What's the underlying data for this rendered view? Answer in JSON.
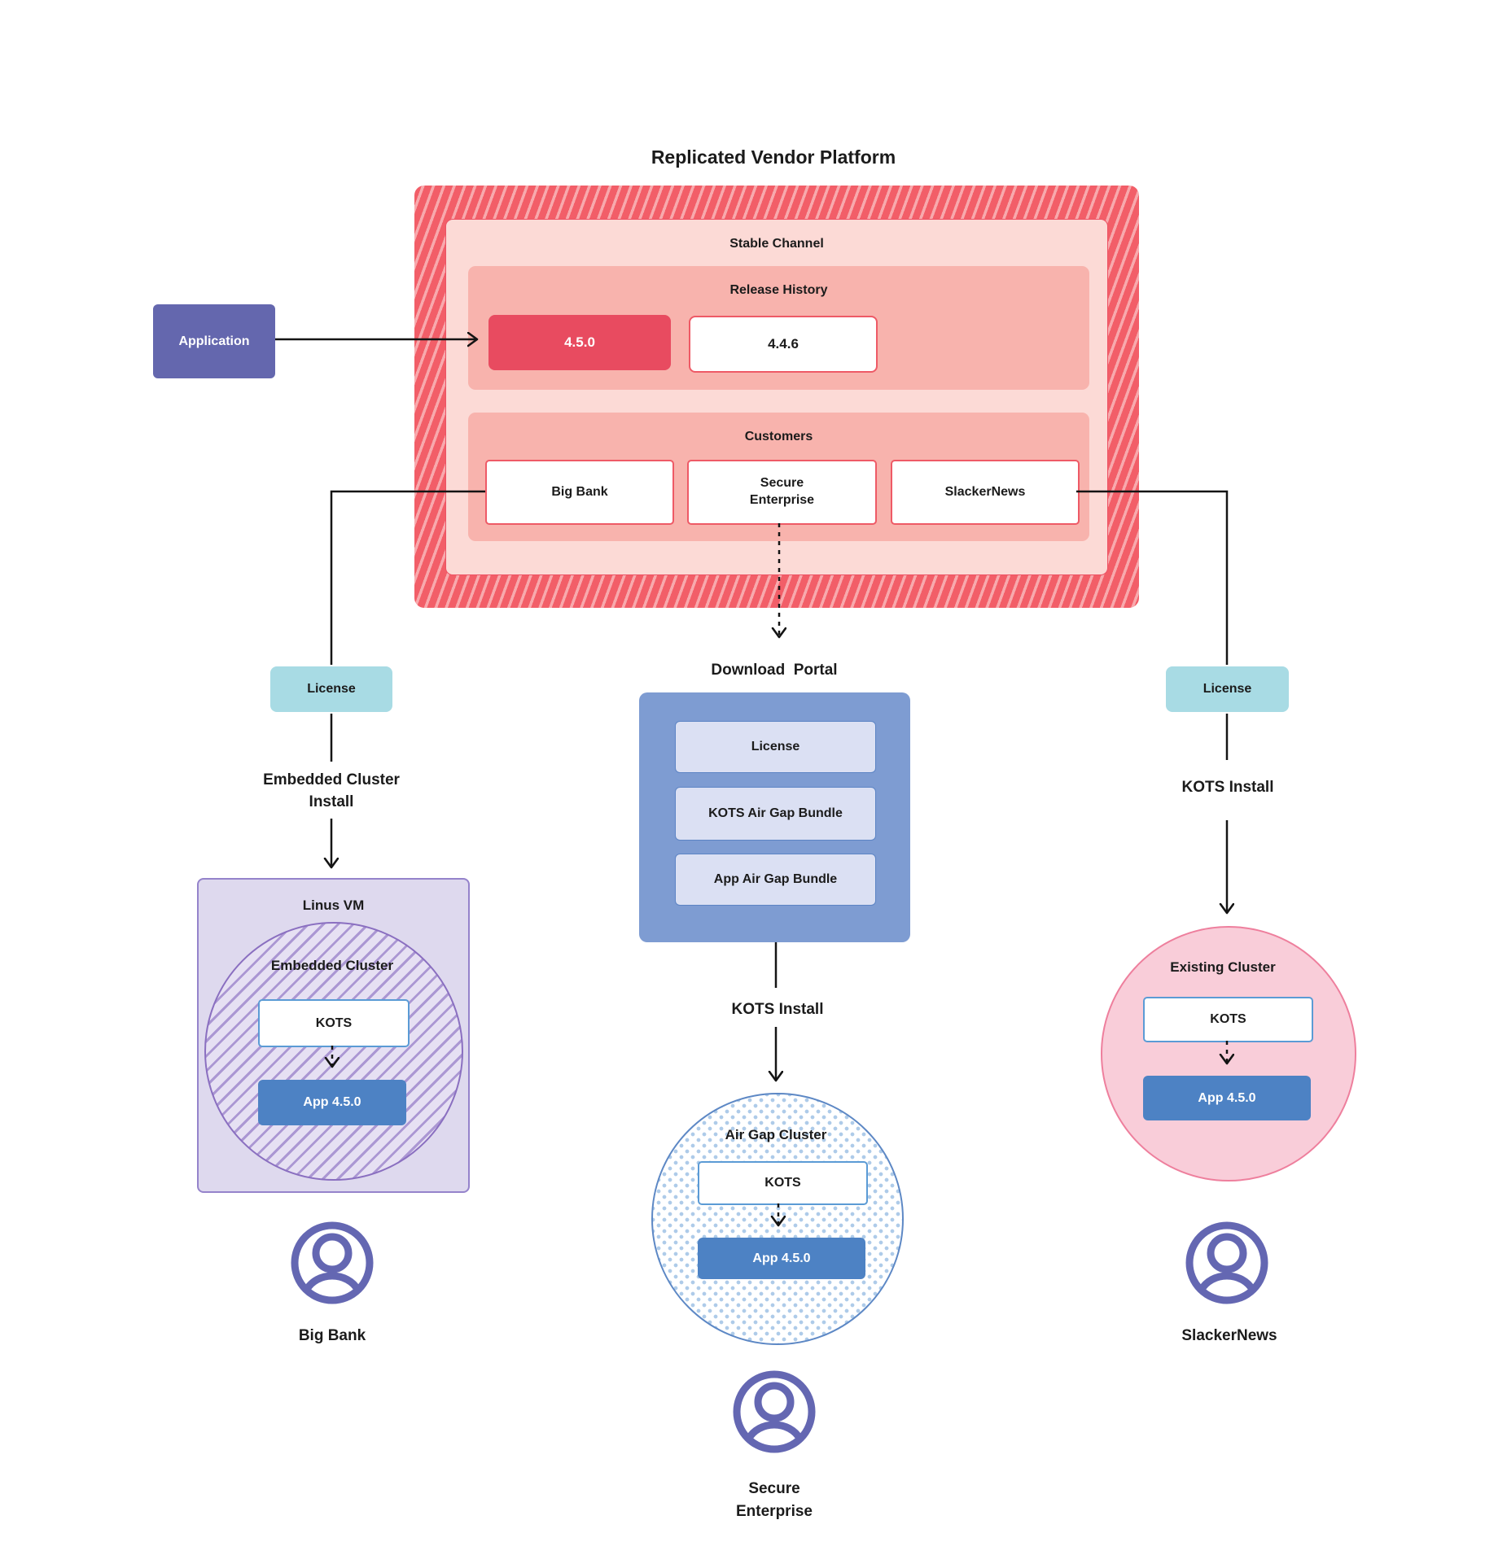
{
  "title": "Replicated Vendor Platform",
  "colors": {
    "ink": "#1b1b1b",
    "red-base": "#f25e68",
    "red-stripe": "#f8a9ad",
    "pale-pink": "#fcdad6",
    "pale-border": "#ed5264",
    "salmon": "#f8b3ad",
    "crimson": "#e84b60",
    "red-border": "#ee5a66",
    "indigo": "#6467ae",
    "teal": "#a8dbe4",
    "violet-fill": "#ded9ee",
    "violet-border": "#9583cb",
    "circle-fill": "#e6e0f3",
    "circle-hatch": "#ab97d3",
    "circle-border": "#8a6fc0",
    "steel-blue": "#4d82c4",
    "kots-border": "#5b9bd5",
    "portal-blue": "#7e9cd2",
    "portal-item": "#dbe0f3",
    "portal-item-border": "#5c84c4",
    "pink-fill": "#f9cdd9",
    "pink-border": "#ee7f9d",
    "dot-blue": "#aecbe9",
    "airgap-border": "#5d88c5"
  },
  "application_label": "Application",
  "platform": {
    "stable_channel_label": "Stable Channel",
    "release_history": {
      "label": "Release History",
      "current_release": "4.5.0",
      "previous_release": "4.4.6"
    },
    "customers": {
      "label": "Customers",
      "big_bank": "Big Bank",
      "secure_enterprise": "Secure\nEnterprise",
      "slackernews": "SlackerNews"
    }
  },
  "left_flow": {
    "license_label": "License",
    "install_label": "Embedded Cluster\nInstall",
    "vm_label": "Linus VM",
    "cluster_label": "Embedded Cluster",
    "kots_label": "KOTS",
    "app_label": "App 4.5.0",
    "customer_label": "Big Bank"
  },
  "middle_flow": {
    "portal_label": "Download  Portal",
    "portal_items": [
      "License",
      "KOTS Air Gap Bundle",
      "App Air Gap Bundle"
    ],
    "install_label": "KOTS Install",
    "cluster_label": "Air Gap Cluster",
    "kots_label": "KOTS",
    "app_label": "App 4.5.0",
    "customer_label": "Secure\nEnterprise"
  },
  "right_flow": {
    "license_label": "License",
    "install_label": "KOTS Install",
    "cluster_label": "Existing Cluster",
    "kots_label": "KOTS",
    "app_label": "App 4.5.0",
    "customer_label": "SlackerNews"
  }
}
